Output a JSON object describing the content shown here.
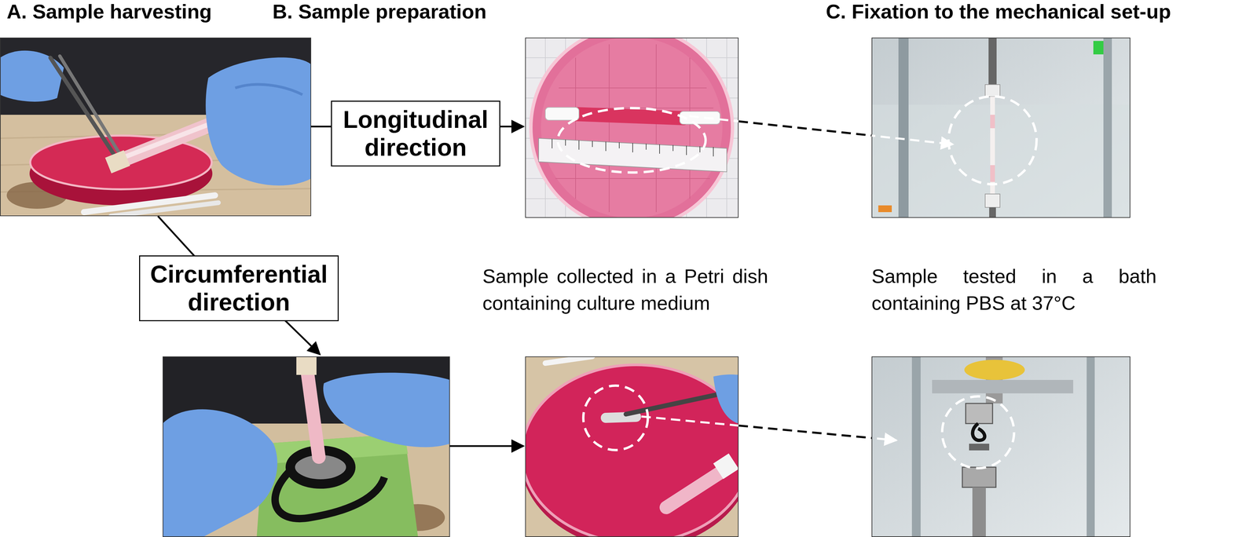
{
  "diagram": {
    "nodes": [
      {
        "text": [
          "Longitudinal direction"
        ]
      },
      {
        "text": [
          "Circumferential direction"
        ]
      }
    ],
    "labels": [
      "A. Sample harvesting",
      "B. Sample preparation",
      "C. Fixation to the mechanical set-up",
      "Sample collected in a Petri dish containing culture medium",
      "Sample tested in a bath containing PBS at 37°C"
    ]
  }
}
